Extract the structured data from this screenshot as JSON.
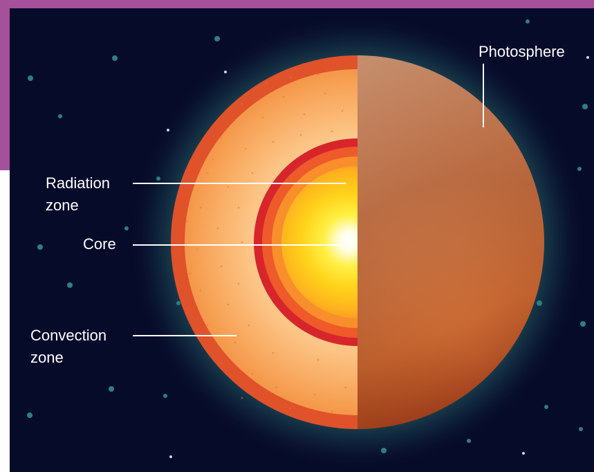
{
  "labels": {
    "photosphere": "Photosphere",
    "radiation_zone_line1": "Radiation",
    "radiation_zone_line2": "zone",
    "core": "Core",
    "convection_zone_line1": "Convection",
    "convection_zone_line2": "zone"
  },
  "colors": {
    "frame": "#a4509a",
    "space": "#070b2a",
    "outer_rim": "#e0522a",
    "convection": "#f7a25a",
    "radiation_ring": "#d7262b",
    "core_center": "#ffffff",
    "core_yellow": "#ffd21a",
    "photosphere_light": "#f1b98a",
    "photosphere_dark": "#8a2a10",
    "label_text": "#ffffff"
  }
}
